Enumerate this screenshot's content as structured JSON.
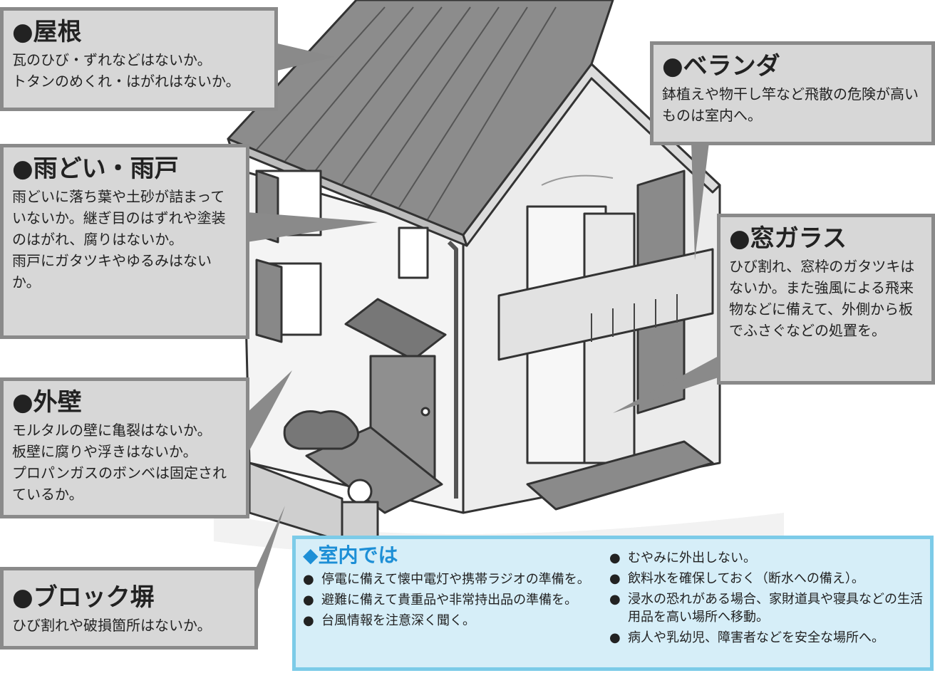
{
  "callouts": {
    "roof": {
      "title": "●屋根",
      "lines": [
        "瓦のひび・ずれなどはないか。",
        "トタンのめくれ・はがれはないか。"
      ]
    },
    "gutter": {
      "title": "●雨どい・雨戸",
      "lines": [
        "雨どいに落ち葉や土砂が詰まっていないか。継ぎ目のはずれや塗装のはがれ、腐りはないか。",
        "雨戸にガタツキやゆるみはないか。"
      ]
    },
    "wall": {
      "title": "●外壁",
      "lines": [
        "モルタルの壁に亀裂はないか。",
        "板壁に腐りや浮きはないか。",
        "プロパンガスのボンベは固定されているか。"
      ]
    },
    "block": {
      "title": "●ブロック塀",
      "lines": [
        "ひび割れや破損箇所はないか。"
      ]
    },
    "veranda": {
      "title": "●ベランダ",
      "lines": [
        "鉢植えや物干し竿など飛散の危険が高いものは室内へ。"
      ]
    },
    "window": {
      "title": "●窓ガラス",
      "lines": [
        "ひび割れ、窓枠のガタツキはないか。また強風による飛来物などに備えて、外側から板でふさぐなどの処置を。"
      ]
    }
  },
  "indoor": {
    "title": "◆室内では",
    "bullet": "●",
    "left_items": [
      "停電に備えて懐中電灯や携帯ラジオの準備を。",
      "避難に備えて貴重品や非常持出品の準備を。",
      "台風情報を注意深く聞く。"
    ],
    "right_items": [
      "むやみに外出しない。",
      "飲料水を確保しておく（断水への備え）。",
      "浸水の恐れがある場合、家財道具や寝具などの生活用品を高い場所へ移動。",
      "病人や乳幼児、障害者などを安全な場所へ。"
    ]
  },
  "colors": {
    "callout_bg": "#d7d7d7",
    "callout_border": "#8a8a8a",
    "indoor_bg": "#d6eef8",
    "indoor_border": "#7ccbe8",
    "indoor_title": "#1d8fd6"
  }
}
